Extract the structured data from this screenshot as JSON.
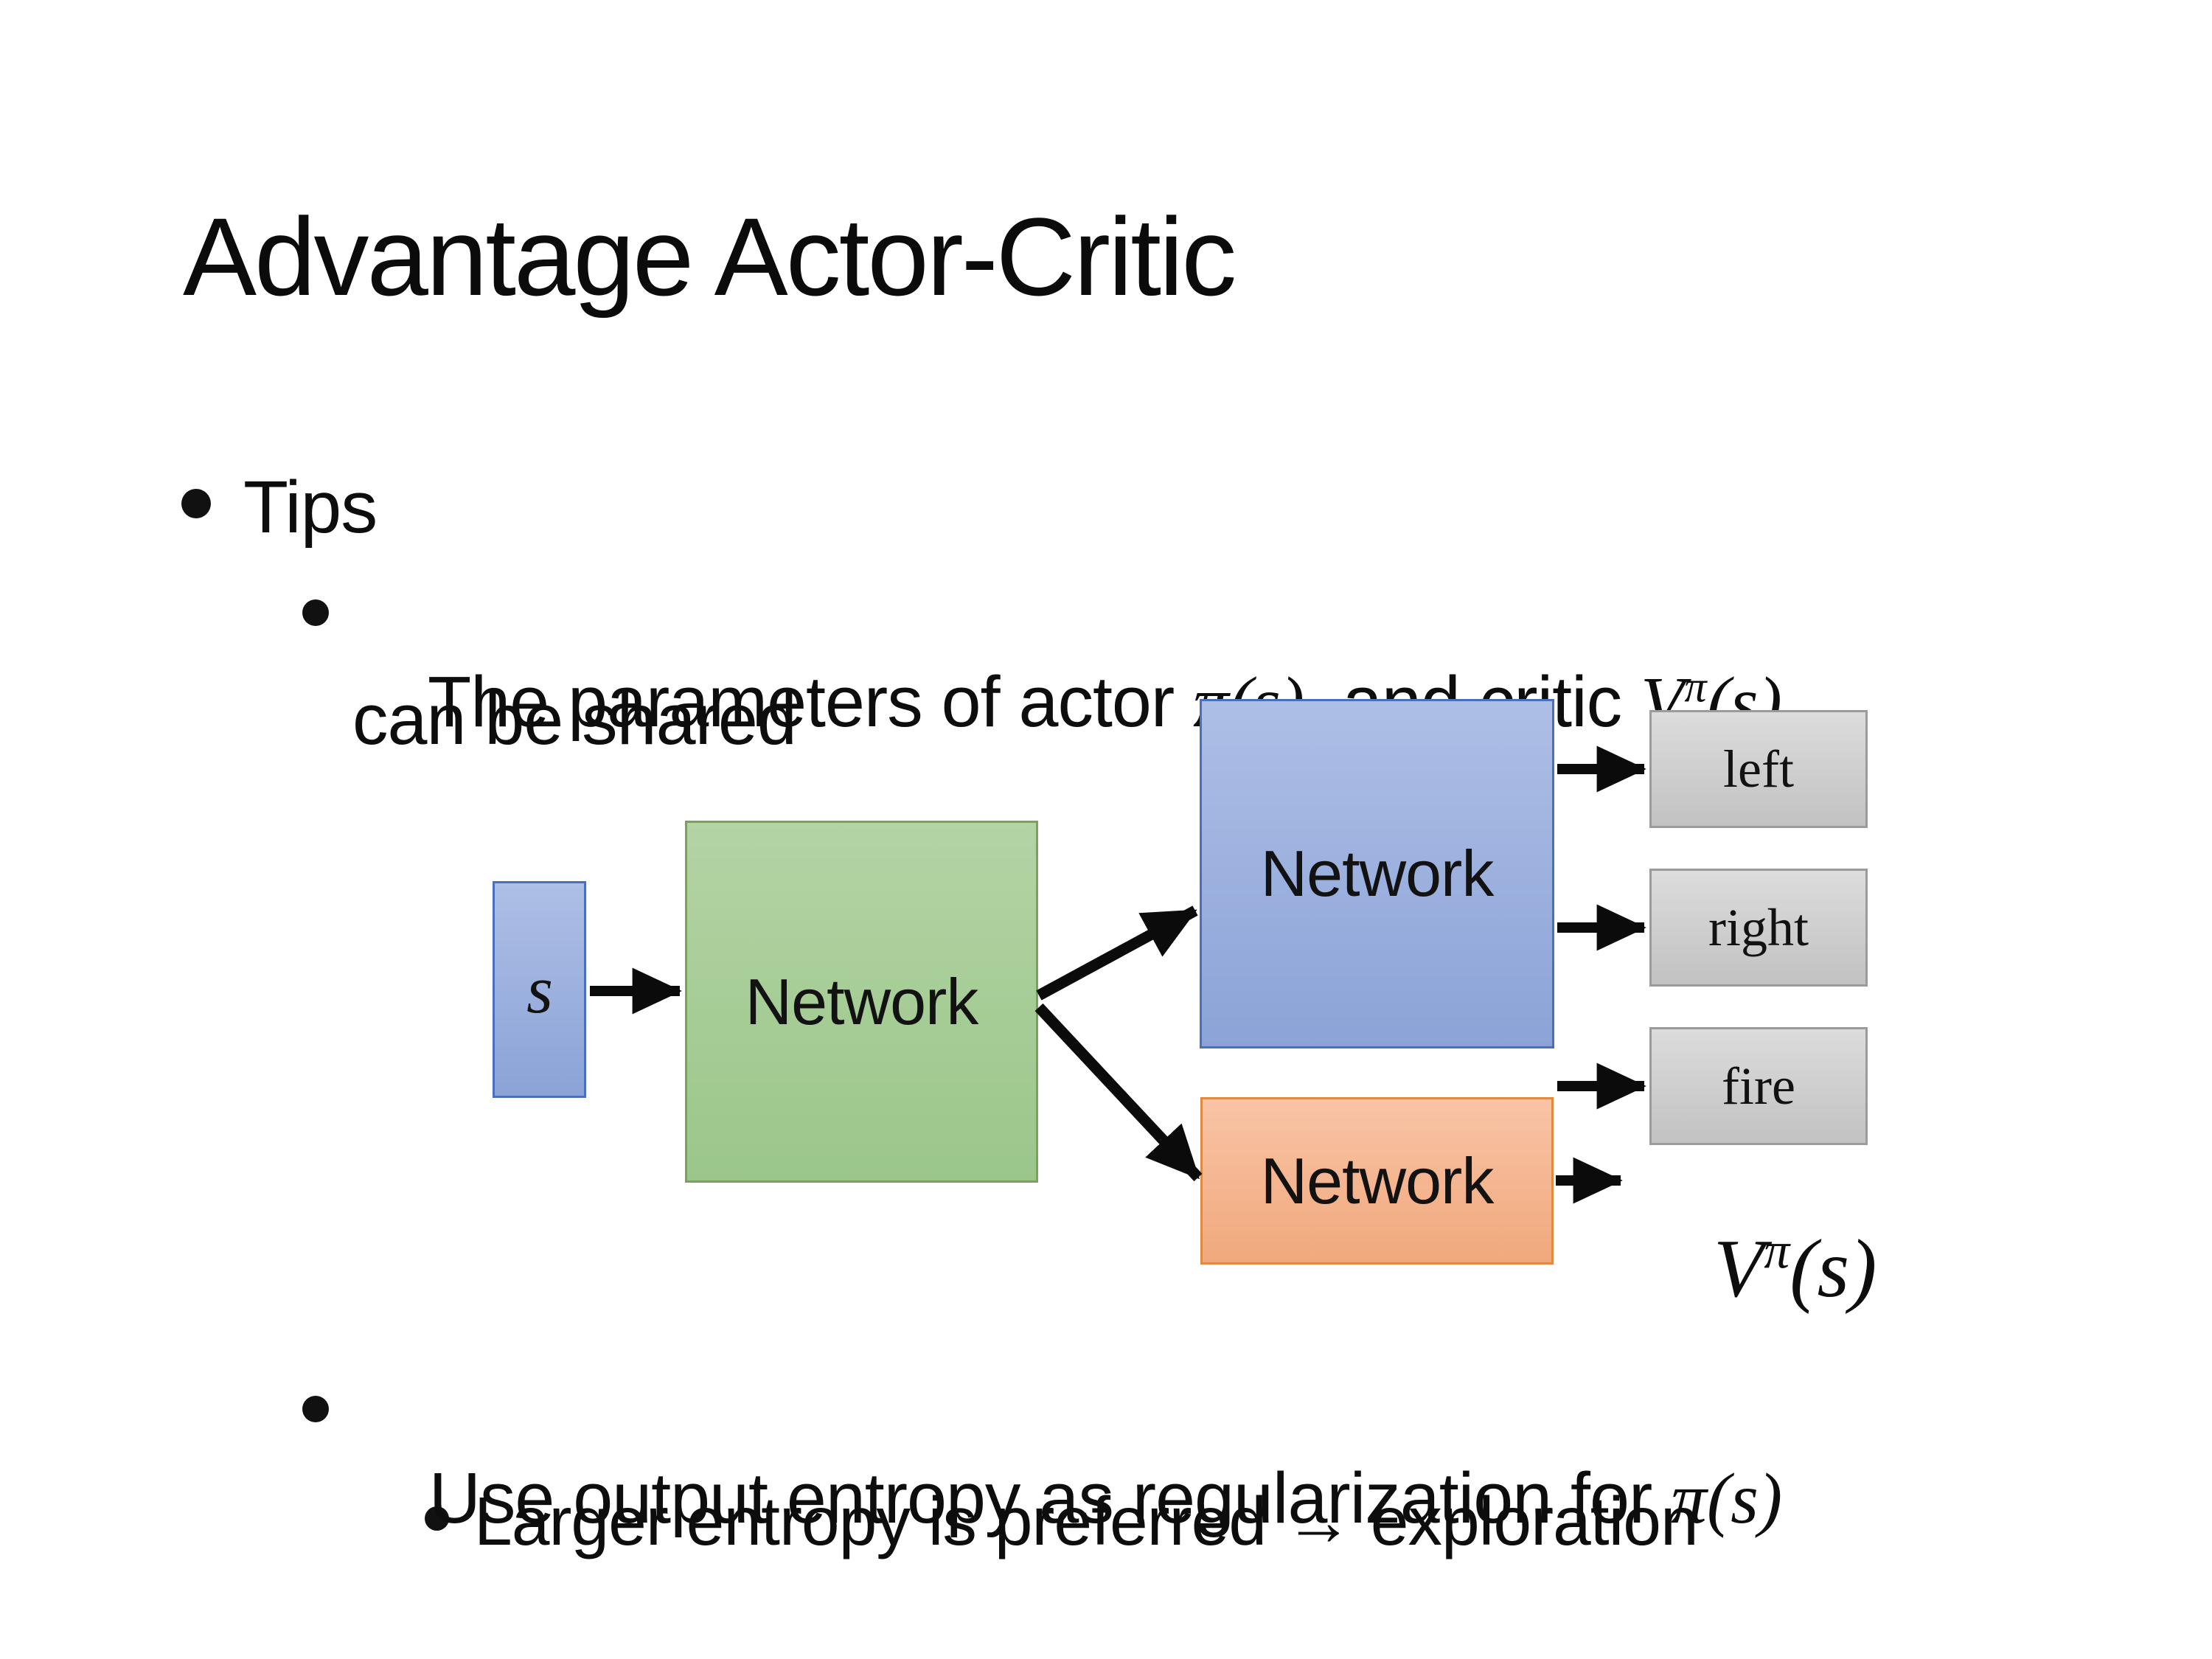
{
  "slide": {
    "title": "Advantage Actor-Critic",
    "bullets": {
      "tips": "Tips",
      "param_pre": "The parameters of actor ",
      "param_mid": "  and critic ",
      "param_line2": "can be shared",
      "entropy_pre": "Use output entropy as regularization for ",
      "larger": "Larger entropy is preferred → exploration"
    },
    "math": {
      "pi_s": "π(s)",
      "v_base": "V",
      "v_sup": "π",
      "v_args": "(s)"
    },
    "diagram": {
      "input_label": "s",
      "shared_label": "Network",
      "actor_label": "Network",
      "critic_label": "Network",
      "action_left": "left",
      "action_right": "right",
      "action_fire": "fire"
    },
    "colors": {
      "blue_fill": "#8ba3d7",
      "blue_border": "#4a6fbd",
      "green_fill": "#9bc689",
      "green_border": "#7aa25c",
      "orange_fill": "#f1a87c",
      "orange_border": "#df8a42",
      "gray_fill": "#c2c2c2",
      "gray_border": "#9b9b9b",
      "arrow_color": "#0b0b0b"
    }
  }
}
